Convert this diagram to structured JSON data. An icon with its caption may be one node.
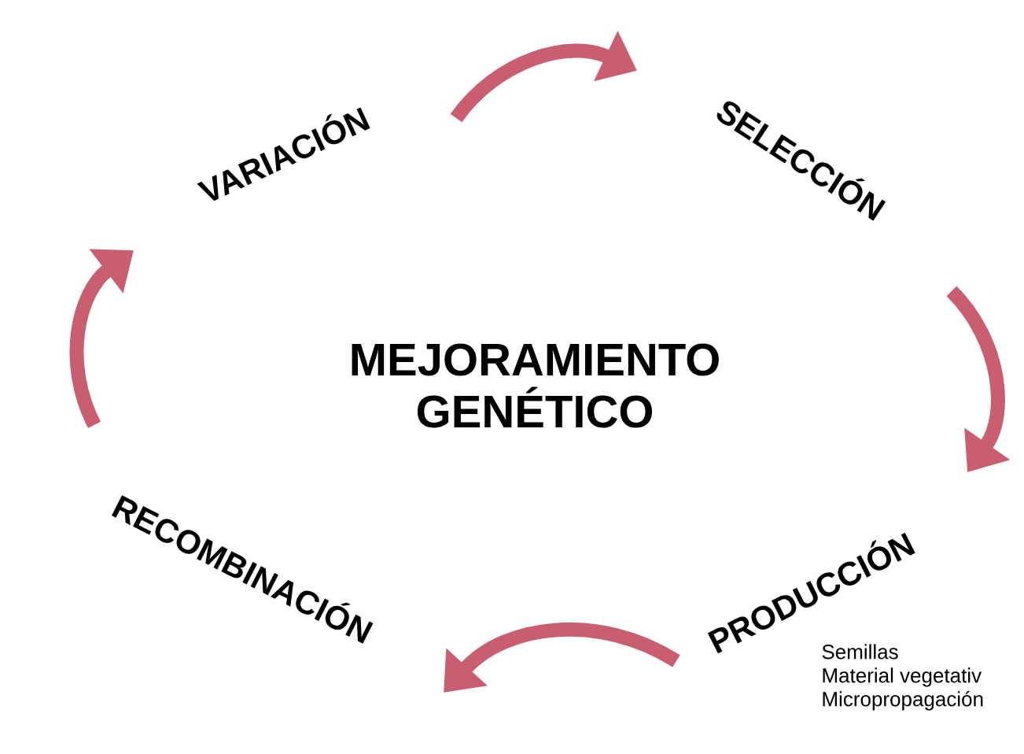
{
  "diagram": {
    "nodes": [
      {
        "text": [
          "MEJORAMIENTO GENÉTICO"
        ]
      },
      {
        "text": [
          "VARIACIÓN"
        ]
      },
      {
        "text": [
          "SELECCIÓN"
        ]
      },
      {
        "text": [
          "PRODUCCIÓN"
        ],
        "beside": [
          "Semillas",
          "Material vegetativ",
          "Micropropagación"
        ]
      },
      {
        "text": [
          "RECOMBINACIÓN"
        ]
      }
    ],
    "edges": [
      {
        "from": 1,
        "to": 2,
        "arrow": "to"
      },
      {
        "from": 2,
        "to": 3,
        "arrow": "to"
      },
      {
        "from": 3,
        "to": 4,
        "arrow": "to"
      },
      {
        "from": 4,
        "to": 1,
        "arrow": "to"
      }
    ]
  }
}
